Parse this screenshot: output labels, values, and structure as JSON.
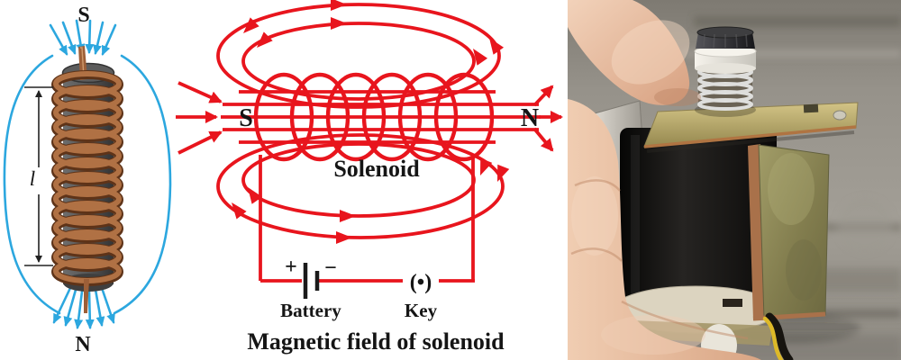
{
  "left_diagram": {
    "top_pole_label": "S",
    "bottom_pole_label": "N",
    "length_label": "l"
  },
  "middle_diagram": {
    "left_pole_label": "S",
    "right_pole_label": "N",
    "coil_label": "Solenoid",
    "battery": {
      "plus": "+",
      "minus": "−",
      "label": "Battery"
    },
    "key": {
      "symbol": "(•)",
      "label": "Key"
    },
    "caption": "Magnetic field of solenoid"
  },
  "colors": {
    "field_line_blue": "#2CA7DF",
    "diagram_red": "#E8151D",
    "label_black": "#151515",
    "copper": "#A9714A",
    "core_gray": "#4B4B4B",
    "brass": "#BFAF72",
    "olive_metal": "#8F8A58",
    "coil_black": "#141210",
    "wood_gray": "#98948E",
    "skin_tone": "#E9C3A7"
  }
}
